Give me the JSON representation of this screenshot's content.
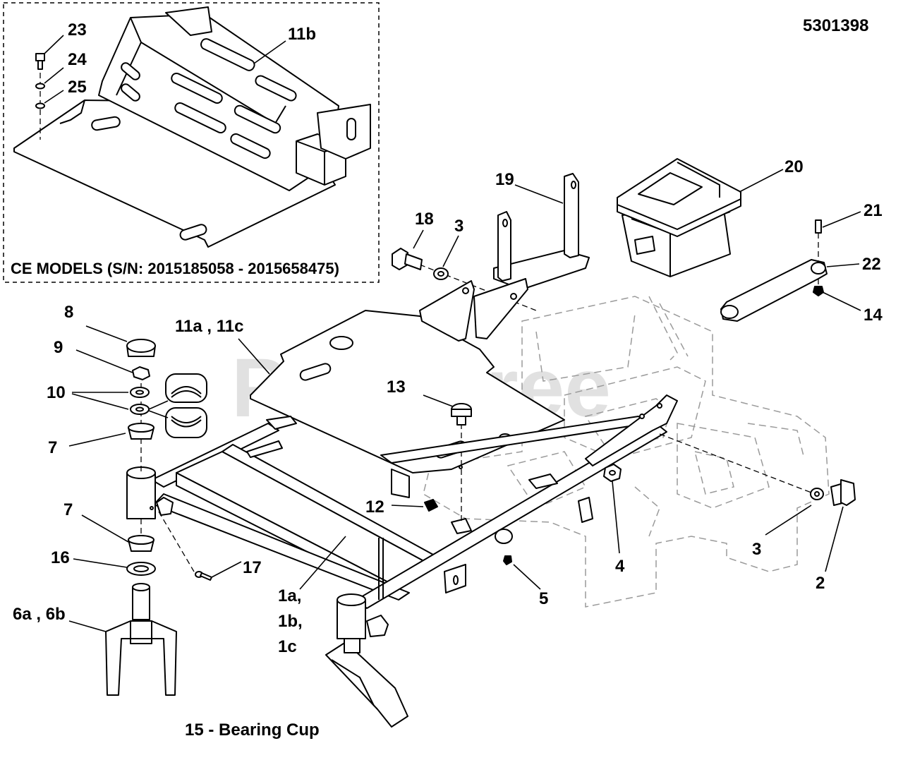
{
  "drawing_number": "5301398",
  "watermark": "PartsTree",
  "inset": {
    "caption": "CE MODELS (S/N: 2015185058 - 2015658475)"
  },
  "callouts": {
    "c23": "23",
    "c24": "24",
    "c25": "25",
    "c11b": "11b",
    "c19": "19",
    "c20": "20",
    "c18": "18",
    "c3a": "3",
    "c21": "21",
    "c22": "22",
    "c14": "14",
    "c8": "8",
    "c11ac": "11a , 11c",
    "c9": "9",
    "c10": "10",
    "c13": "13",
    "c7a": "7",
    "c7b": "7",
    "c12": "12",
    "c16": "16",
    "c17": "17",
    "c4": "4",
    "c3b": "3",
    "c2": "2",
    "c5": "5",
    "c1a": "1a,",
    "c1b": "1b,",
    "c1c": "1c",
    "c6ab": "6a , 6b",
    "c15": "15 - Bearing Cup"
  }
}
